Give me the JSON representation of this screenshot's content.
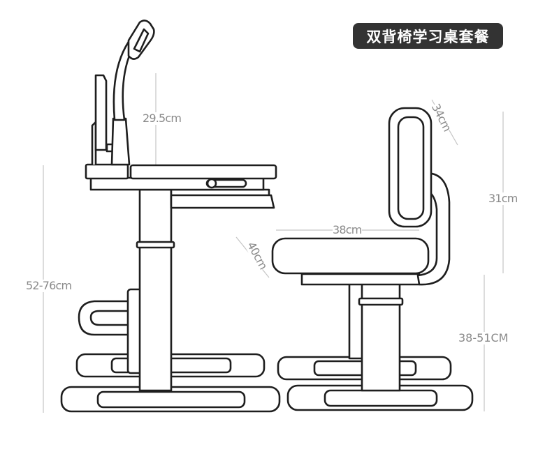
{
  "title": "双背椅学习桌套餐",
  "dimensions": {
    "lamp_height": "29.5cm",
    "desk_height": "52-76cm",
    "seat_depth": "40cm",
    "seat_width": "38cm",
    "backrest_width": "34cm",
    "backrest_height": "31cm",
    "seat_height": "38-51CM"
  },
  "colors": {
    "title_bg": "#333333",
    "line": "#1e1e1e",
    "dimension_text": "#8a8a8a"
  }
}
